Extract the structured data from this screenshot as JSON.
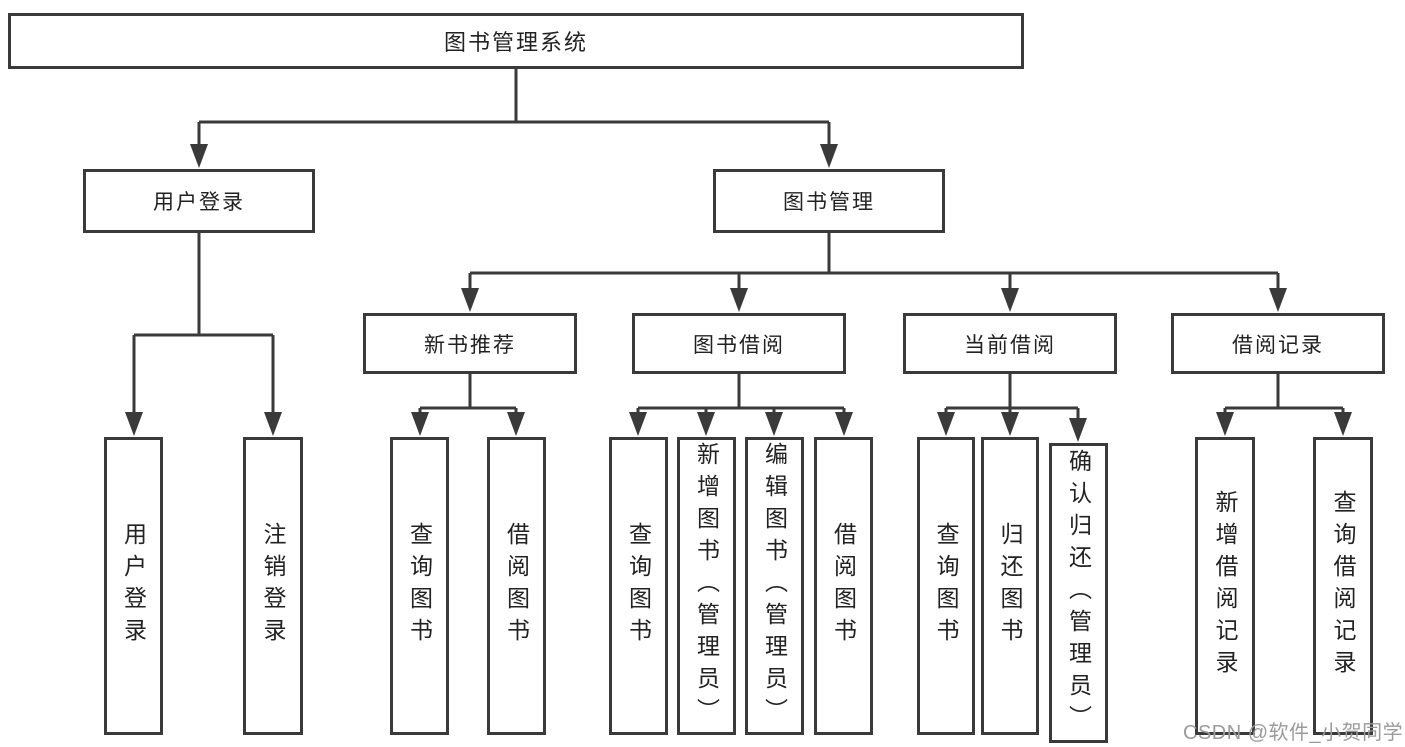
{
  "tree": {
    "label": "图书管理系统",
    "children": [
      {
        "label": "用户登录",
        "children": [
          {
            "label": "用户登录"
          },
          {
            "label": "注销登录"
          }
        ]
      },
      {
        "label": "图书管理",
        "children": [
          {
            "label": "新书推荐",
            "children": [
              {
                "label": "查询图书"
              },
              {
                "label": "借阅图书"
              }
            ]
          },
          {
            "label": "图书借阅",
            "children": [
              {
                "label": "查询图书"
              },
              {
                "label": "新增图书（管理员）"
              },
              {
                "label": "编辑图书（管理员）"
              },
              {
                "label": "借阅图书"
              }
            ]
          },
          {
            "label": "当前借阅",
            "children": [
              {
                "label": "查询图书"
              },
              {
                "label": "归还图书"
              },
              {
                "label": "确认归还（管理员）"
              }
            ]
          },
          {
            "label": "借阅记录",
            "children": [
              {
                "label": "新增借阅记录"
              },
              {
                "label": "查询借阅记录"
              }
            ]
          }
        ]
      }
    ]
  },
  "watermark": "CSDN @软件_小贺同学",
  "colors": {
    "line": "#3a3a3a",
    "text": "#222222",
    "watermark": "#9b9b9b",
    "background": "#ffffff"
  }
}
